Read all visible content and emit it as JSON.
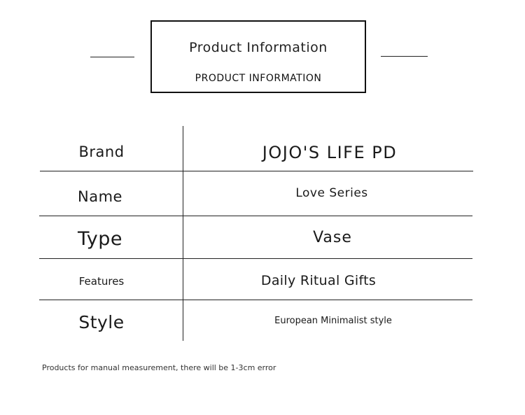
{
  "header": {
    "title": "Product Information",
    "subtitle": "PRODUCT INFORMATION"
  },
  "table": {
    "rows": [
      {
        "label": "Brand",
        "value": "JOJO'S LIFE PD"
      },
      {
        "label": "Name",
        "value": "Love Series"
      },
      {
        "label": "Type",
        "value": "Vase"
      },
      {
        "label": "Features",
        "value": "Daily Ritual Gifts"
      },
      {
        "label": "Style",
        "value": "European Minimalist style"
      }
    ]
  },
  "footnote": "Products for manual measurement, there will be 1-3cm error"
}
